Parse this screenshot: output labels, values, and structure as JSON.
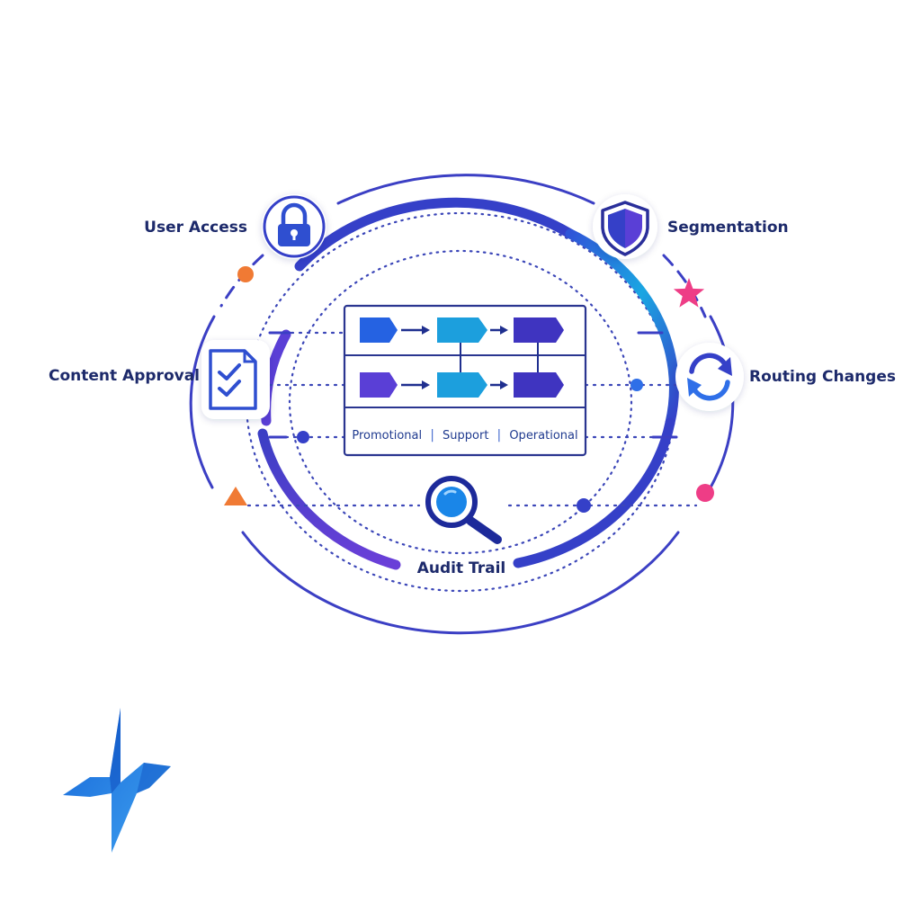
{
  "labels": {
    "user_access": "User Access",
    "segmentation": "Segmentation",
    "content_approval": "Content Approval",
    "routing_changes": "Routing Changes",
    "audit_trail": "Audit Trail"
  },
  "board": {
    "categories": [
      "Promotional",
      "Support",
      "Operational"
    ],
    "separator": "|"
  },
  "icons": {
    "user_access": "padlock-icon",
    "segmentation": "shield-icon",
    "content_approval": "checklist-icon",
    "routing_changes": "refresh-icon",
    "audit_trail": "magnifier-icon",
    "logo": "pulse-logo"
  },
  "colors": {
    "navy": "#1d2a6b",
    "indigo": "#3b3fc4",
    "violet": "#5a3fd6",
    "blue": "#2f6fe8",
    "cyan": "#19a9df",
    "orange": "#f07a34",
    "pink": "#ee3d86"
  }
}
